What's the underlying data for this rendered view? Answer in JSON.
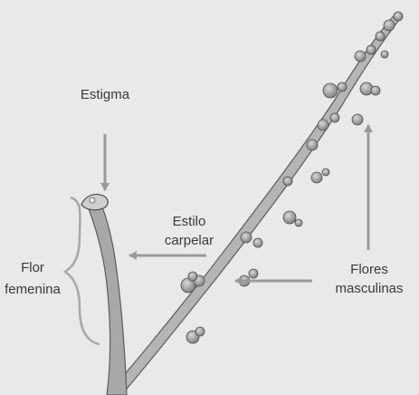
{
  "labels": {
    "estigma": "Estigma",
    "estilo_line1": "Estilo",
    "estilo_line2": "carpelar",
    "flor_line1": "Flor",
    "flor_line2": "femenina",
    "flores_line1": "Flores",
    "flores_line2": "masculinas"
  },
  "colors": {
    "background": "#e9e9e9",
    "stem_fill": "#b5b5b5",
    "stem_outline": "#5c5c5c",
    "arrow": "#9a9a9a",
    "text": "#3a3a3a"
  }
}
